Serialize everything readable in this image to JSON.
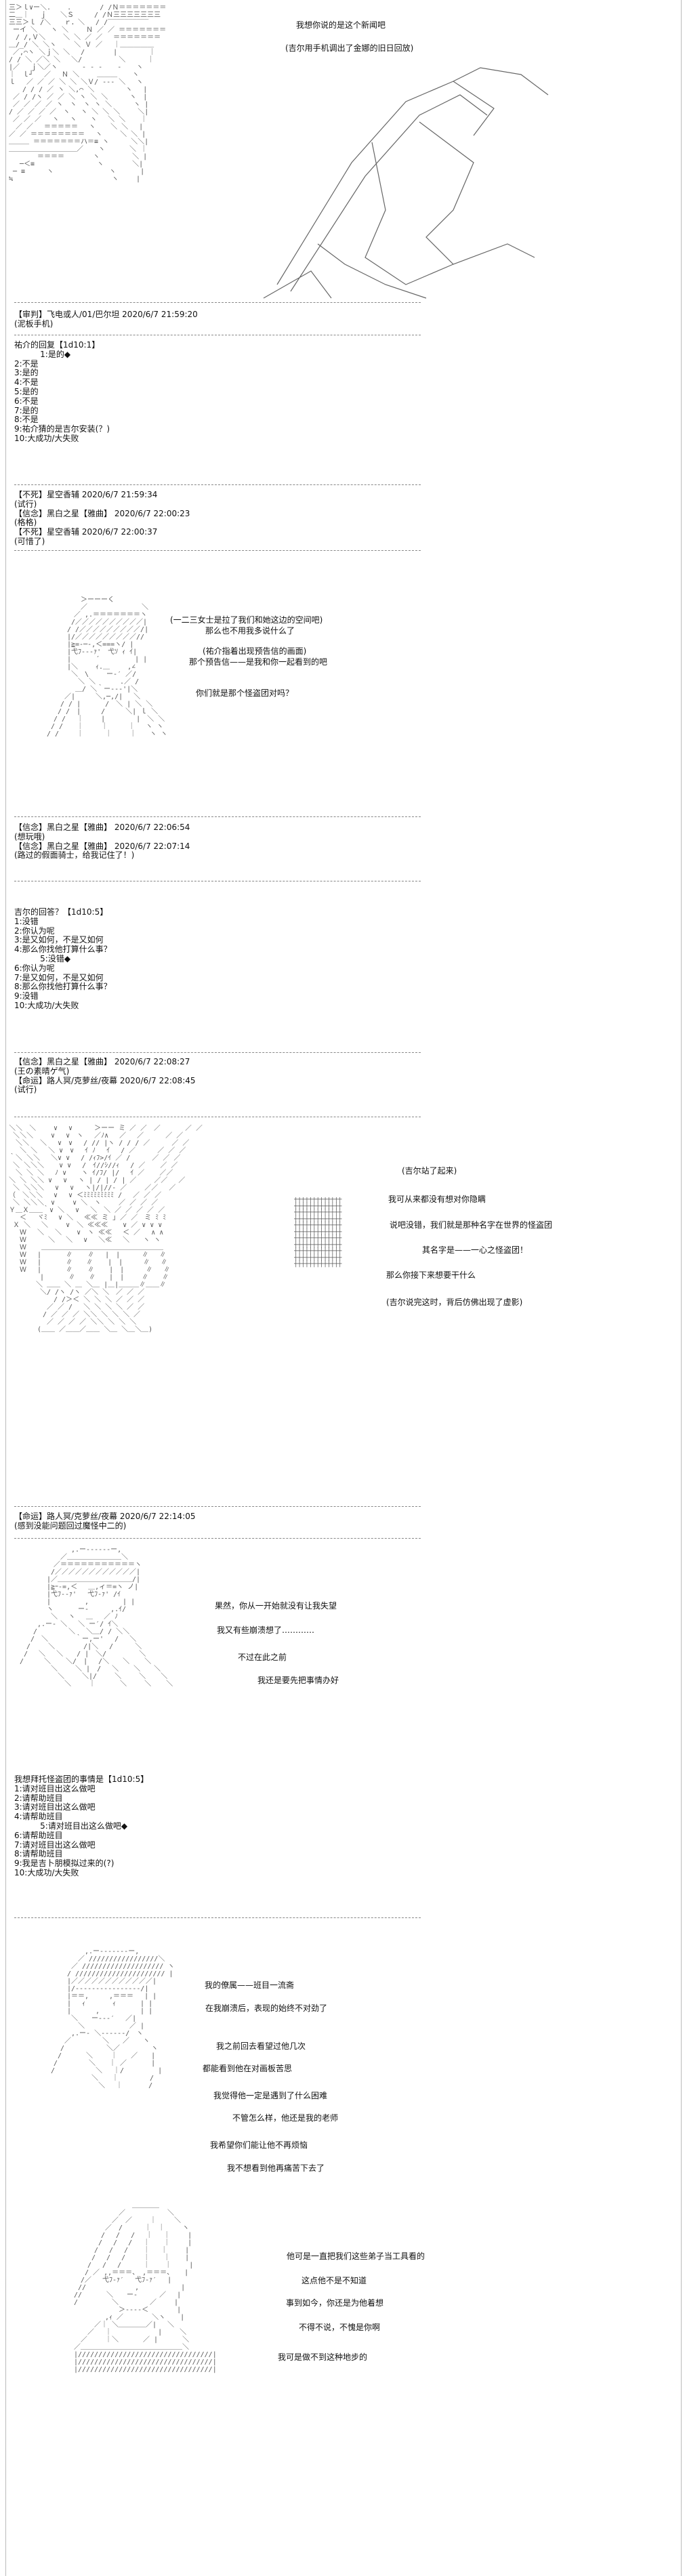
{
  "captions": {
    "p1_c1": "我想你说的是这个新闻吧",
    "p1_c2": "(吉尔用手机调出了金娜的旧日回放)",
    "p4_c1": "(一二三女士是拉了我们和她这边的空间吧)",
    "p4_c2": "那么也不用我多说什么了",
    "p4_c3": "(祐介指着出现预告信的画面)",
    "p4_c4": "那个预告信——是我和你一起看到的吧",
    "p4_c5": "你们就是那个怪盗团对吗？",
    "p7_c1": "(吉尔站了起来)",
    "p7_c2": "我可从来都没有想对你隐瞒",
    "p7_c3": "说吧没错，我们就是那种名字在世界的怪盗团",
    "p7_c4": "其名字是——一心之怪盗团！",
    "p7_c5": "那么你接下来想要干什么",
    "p7_c6": "(吉尔说完这时，背后仿佛出现了虚影)",
    "p8_c1": "果然，你从一开始就没有让我失望",
    "p8_c2": "我又有些崩溃想了…………",
    "p8_c3": "不过在此之前",
    "p8_c4": "我还是要先把事情办好",
    "p9_c1": "我的僚属——班目一流斋",
    "p9_c2": "在我崩溃后，表现的始终不对劲了",
    "p9_c3": "我之前回去看望过他几次",
    "p9_c4": "都能看到他在对画板苦思",
    "p9_c5": "我觉得他一定是遇到了什么困难",
    "p9_c6": "不管怎么样，他还是我的老师",
    "p9_c7": "我希望你们能让他不再烦恼",
    "p9_c8": "我不想看到他再痛苦下去了",
    "p10_c1": "他可是一直把我们这些弟子当工具看的",
    "p10_c2": "这点他不是不知道",
    "p10_c3": "事到如今，你还是为他着想",
    "p10_c4": "不得不说，不愧是你啊",
    "p10_c5": "我可是做不到这种地步的"
  },
  "blocks": {
    "b1": "【审判】飞电或人/01/巴尔坦 2020/6/7 21:59:20\n(泥板手机)",
    "b2": "祐介的回复【1d10:1】\n          1:是的◆\n2:不是\n3:是的\n4:不是\n5:是的\n6:不是\n7:是的\n8:不是\n9:祐介猜的是吉尔安装(？)\n10:大成功/大失败",
    "b3": "【不死】星空香辅 2020/6/7 21:59:34\n(试行)\n【信念】黑白之星【雅曲】 2020/6/7 22:00:23\n(格格)\n【不死】星空香辅 2020/6/7 22:00:37\n(可惜了)",
    "b4": "【信念】黑白之星【雅曲】 2020/6/7 22:06:54\n(想玩哦)\n【信念】黑白之星【雅曲】 2020/6/7 22:07:14\n(路过的假面骑士，给我记住了！)",
    "b5": "吉尔的回答？【1d10:5】\n1:没错\n2:你认为呢\n3:是又如何，不是又如何\n4:那么你找他打算什么事？\n          5:没错◆\n6:你认为呢\n7:是又如何，不是又如何\n8:那么你找他打算什么事？\n9:没错\n10:大成功/大失败",
    "b6": "【信念】黑白之星【雅曲】 2020/6/7 22:08:27\n(王の素晴ゲ气)\n【命运】路人冥/克萝丝/夜幕 2020/6/7 22:08:45\n(试行)",
    "b7": "【命运】路人冥/克萝丝/夜幕 2020/6/7 22:14:05\n(感到没能问题回过魔怪中二的)",
    "b8": "我想拜托怪盗团的事情是【1d10:5】\n1:请对班目出这么做吧\n2:请帮助班目\n3:请对班目出这么做吧\n4:请帮助班目\n          5:请对班目出这么做吧◆\n6:请帮助班目\n7:请对班目出这么做吧\n8:请帮助班目\n9:我是吉卜朋模拟过来的(?)\n10:大成功/大失败"
  },
  "icons": {
    "art": "ascii-art-figure",
    "sketch": "line-art-figure"
  }
}
